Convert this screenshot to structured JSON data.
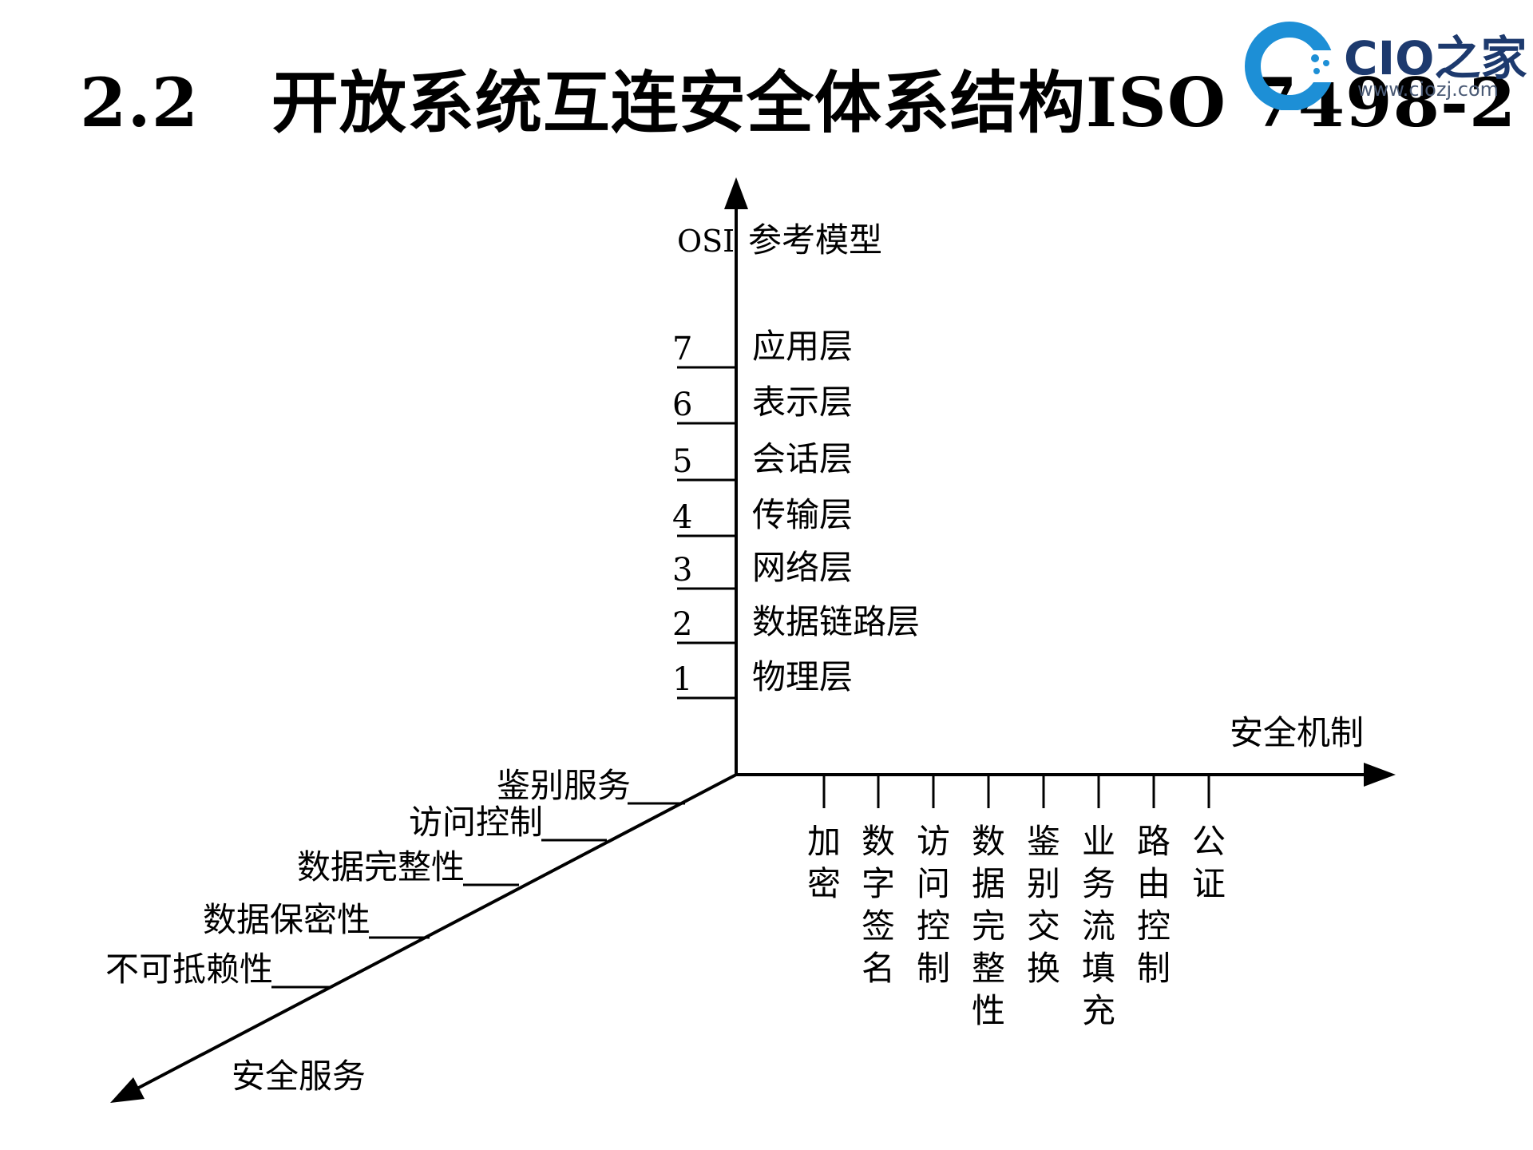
{
  "title": "2.2   开放系统互连安全体系结构ISO 7498-2",
  "logo": {
    "name": "CIO之家",
    "url": "www.ciozj.com",
    "color": "#1d8fd6"
  },
  "diagram": {
    "osi_axis_label": "OSI",
    "osi_axis_title": "参考模型",
    "mechanism_axis_title": "安全机制",
    "service_axis_title": "安全服务",
    "layers": [
      {
        "num": "7",
        "name": "应用层"
      },
      {
        "num": "6",
        "name": "表示层"
      },
      {
        "num": "5",
        "name": "会话层"
      },
      {
        "num": "4",
        "name": "传输层"
      },
      {
        "num": "3",
        "name": "网络层"
      },
      {
        "num": "2",
        "name": "数据链路层"
      },
      {
        "num": "1",
        "name": "物理层"
      }
    ],
    "mechanisms": [
      "加密",
      "数字签名",
      "访问控制",
      "数据完整性",
      "鉴别交换",
      "业务流填充",
      "路由控制",
      "公证"
    ],
    "services": [
      "鉴别服务",
      "访问控制",
      "数据完整性",
      "数据保密性",
      "不可抵赖性"
    ]
  }
}
